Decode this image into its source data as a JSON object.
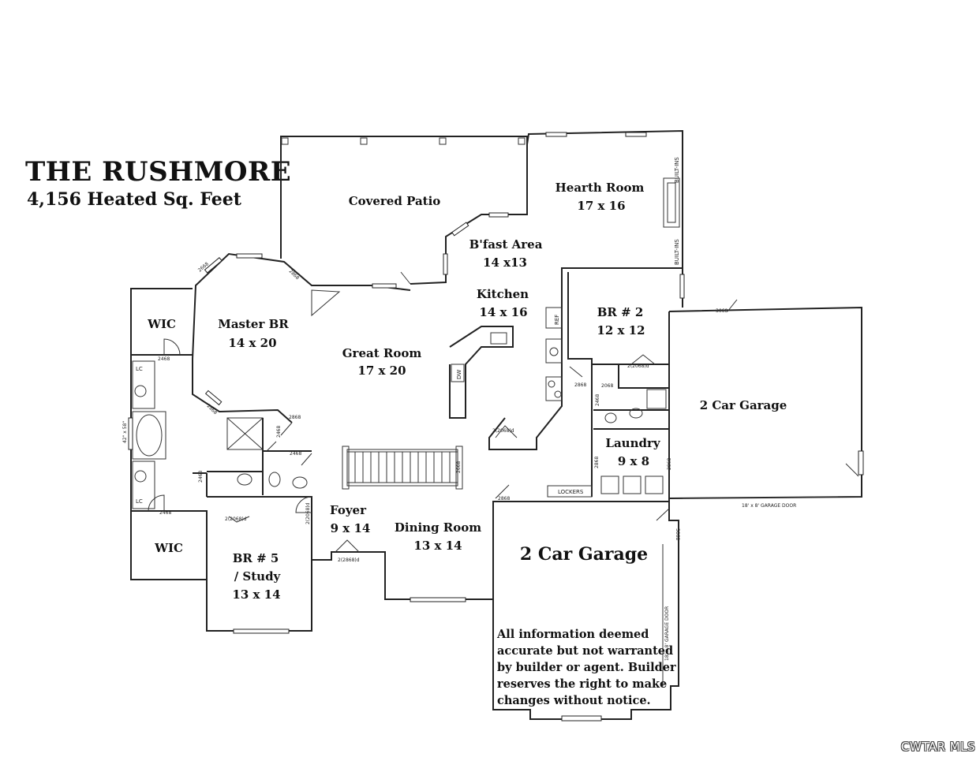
{
  "plan": {
    "name": "THE RUSHMORE",
    "heated_area": "4,156 Heated Sq. Feet",
    "disclaimer": "All information deemed accurate but not warranted by builder or agent.  Builder reserves the right to make changes without notice.",
    "watermark": "CWTAR MLS"
  },
  "rooms": {
    "covered_patio": "Covered Patio",
    "hearth_room": "Hearth Room",
    "hearth_room_size": "17 x 16",
    "bfast_area": "B'fast Area",
    "bfast_area_size": "14 x13",
    "kitchen": "Kitchen",
    "kitchen_size": "14 x 16",
    "br2": "BR # 2",
    "br2_size": "12 x 12",
    "master_br": "Master BR",
    "master_br_size": "14 x 20",
    "great_room": "Great Room",
    "great_room_size": "17 x 20",
    "wic_top": "WIC",
    "wic_bottom": "WIC",
    "garage_right": "2 Car Garage",
    "garage_main": "2 Car Garage",
    "laundry": "Laundry",
    "laundry_size": "9 x 8",
    "foyer": "Foyer",
    "foyer_size": "9 x 14",
    "dining_room": "Dining Room",
    "dining_room_size": "13 x 14",
    "br5": "BR # 5",
    "br5_study": "/ Study",
    "br5_size": "13 x 14"
  },
  "fixtures": {
    "built_ins_top": "BUILT-INS",
    "built_ins_bottom": "BUILT-INS",
    "ref": "REF",
    "dw": "DW",
    "lc_top": "LC",
    "lc_bottom": "LC",
    "lockers": "LOCKERS",
    "tub_size": "42\" x 58\"",
    "garage_door_right": "18' x 8' GARAGE DOOR",
    "garage_door_main": "18' x 8' GARAGE DOOR"
  },
  "door_codes": {
    "d2868": "2868",
    "d3068": "3068",
    "d2468": "2468",
    "d2068": "2068",
    "d2068d": "2(2068)d",
    "d2868d": "2(2868)d",
    "d2668": "2668",
    "d2068s": "2068"
  }
}
